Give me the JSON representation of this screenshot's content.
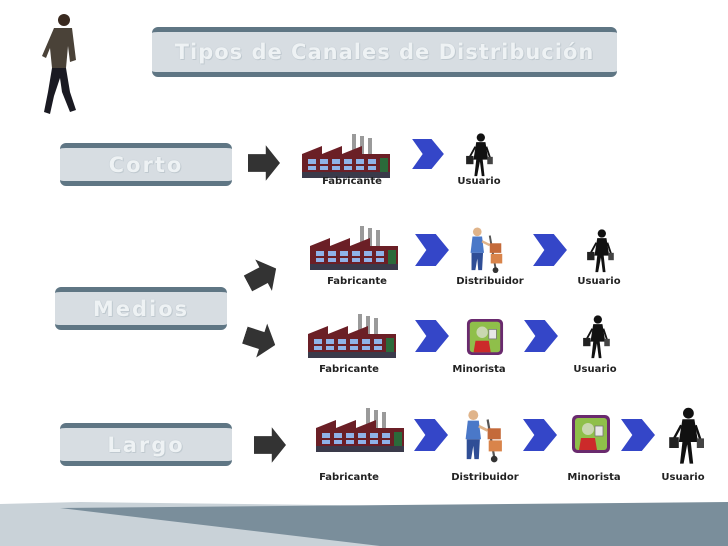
{
  "title": "Tipos de Canales de Distribución",
  "channels": {
    "corto": {
      "label": "Corto",
      "nodes": [
        "Fabricante",
        "Usuario"
      ]
    },
    "medios": {
      "label": "Medios",
      "rows": [
        {
          "nodes": [
            "Fabricante",
            "Distribuidor",
            "Usuario"
          ]
        },
        {
          "nodes": [
            "Fabricante",
            "Minorista",
            "Usuario"
          ]
        }
      ]
    },
    "largo": {
      "label": "Largo",
      "nodes": [
        "Fabricante",
        "Distribuidor",
        "Minorista",
        "Usuario"
      ]
    }
  },
  "colors": {
    "banner_fill": "#d7dde2",
    "banner_border": "#5f7684",
    "chevron": "#3446c8",
    "arrow": "#333333",
    "footer": "#7a8e9b"
  },
  "icons": {
    "walking_person": "walking-businessman-icon",
    "factory": "factory-icon",
    "user": "shopper-icon",
    "distributor": "hand-truck-worker-icon",
    "retailer": "retailer-icon"
  }
}
